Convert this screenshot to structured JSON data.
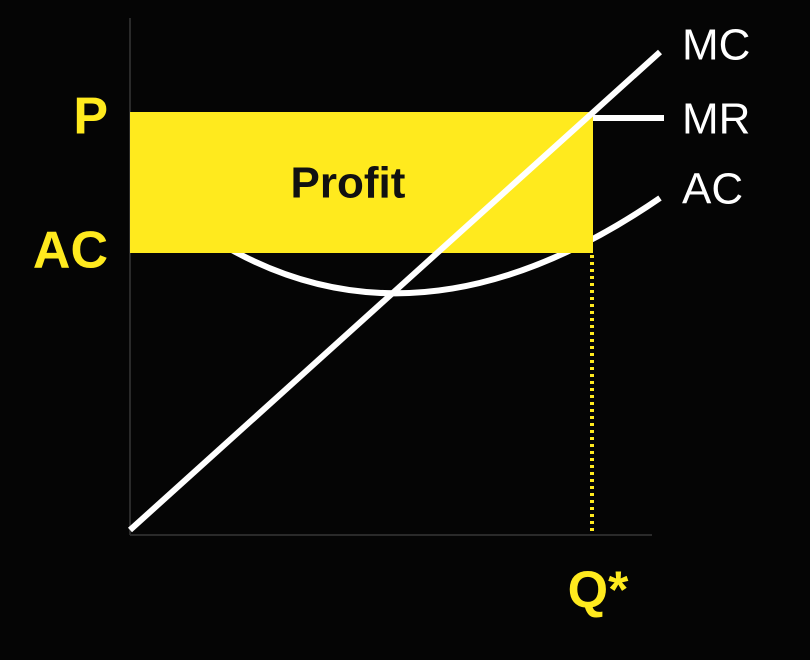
{
  "labels": {
    "price": "P",
    "average_cost": "AC",
    "quantity": "Q*",
    "profit": "Profit"
  },
  "curves": {
    "mc": "MC",
    "mr": "MR",
    "ac": "AC"
  },
  "colors": {
    "background": "#050505",
    "accent": "#ffea1e",
    "curve": "#ffffff",
    "axis": "#2a2a2a"
  }
}
